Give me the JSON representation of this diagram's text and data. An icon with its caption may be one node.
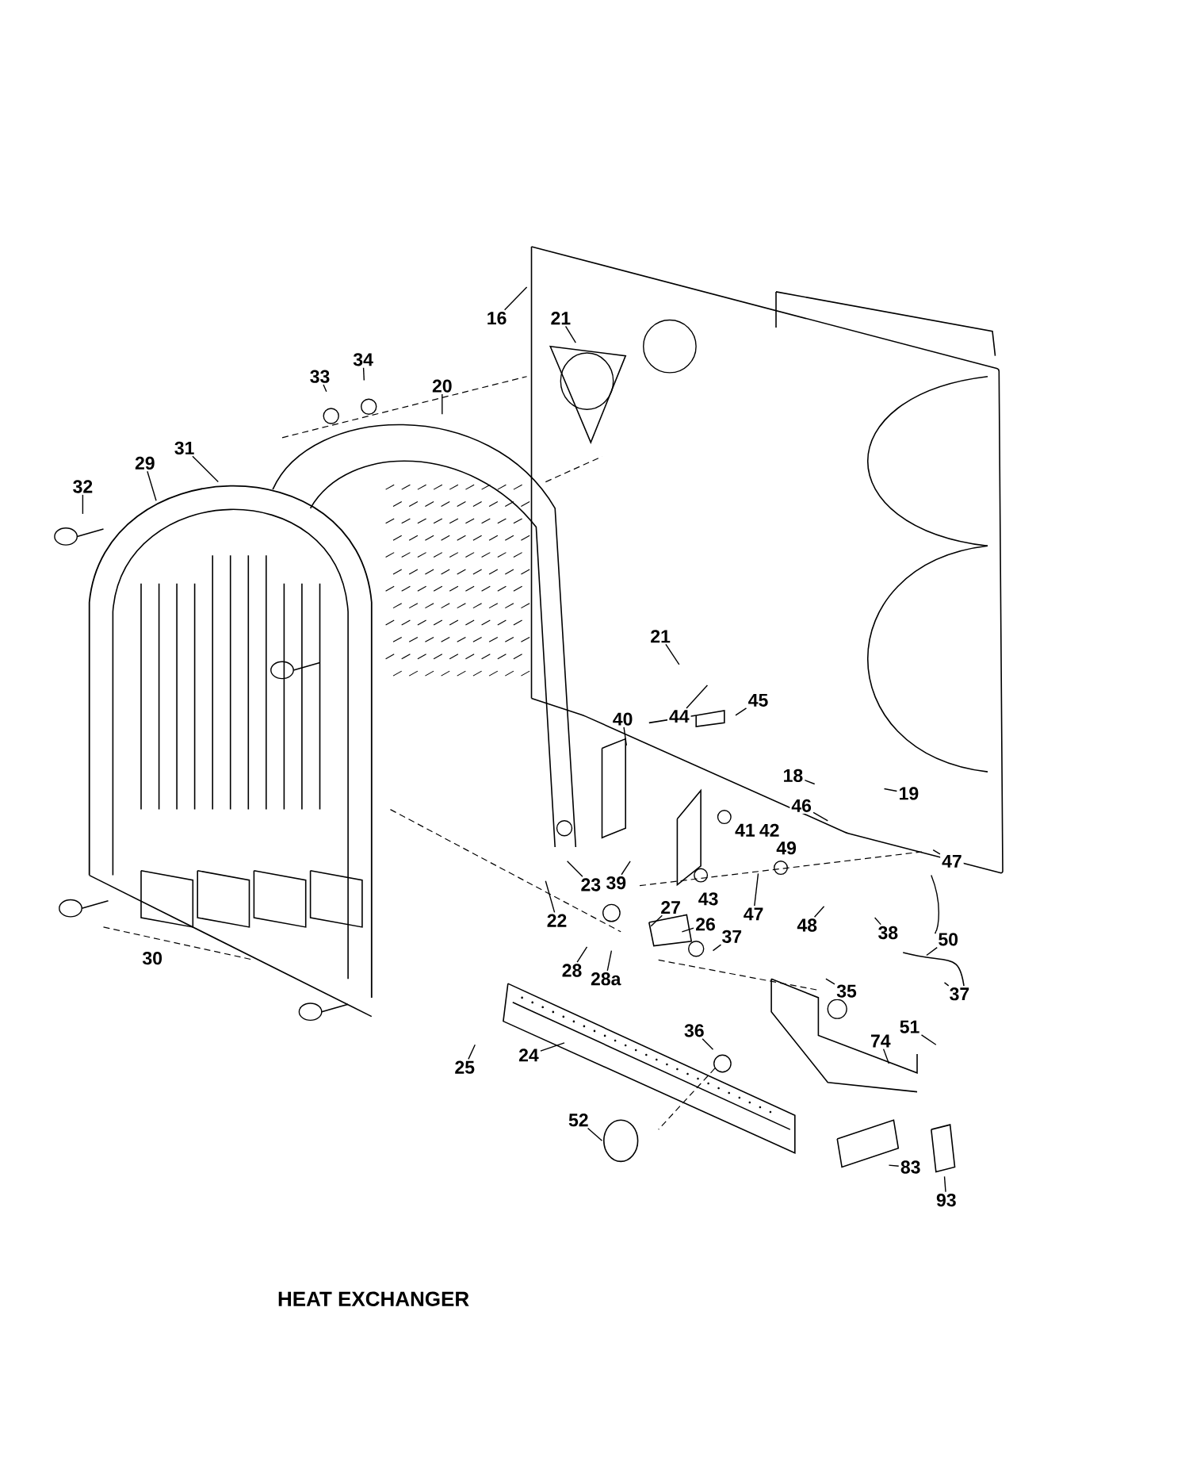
{
  "diagram": {
    "title": "HEAT EXCHANGER",
    "nodes": [
      {
        "text": [
          "16"
        ]
      },
      {
        "text": [
          "21"
        ]
      },
      {
        "text": [
          "33"
        ]
      },
      {
        "text": [
          "34"
        ]
      },
      {
        "text": [
          "20"
        ]
      },
      {
        "text": [
          "31"
        ]
      },
      {
        "text": [
          "29"
        ]
      },
      {
        "text": [
          "32"
        ]
      },
      {
        "text": [
          "21"
        ]
      },
      {
        "text": [
          "44"
        ]
      },
      {
        "text": [
          "45"
        ]
      },
      {
        "text": [
          "40"
        ]
      },
      {
        "text": [
          "18"
        ]
      },
      {
        "text": [
          "19"
        ]
      },
      {
        "text": [
          "46"
        ]
      },
      {
        "text": [
          "47"
        ]
      },
      {
        "text": [
          "23"
        ]
      },
      {
        "text": [
          "39"
        ]
      },
      {
        "text": [
          "22"
        ]
      },
      {
        "text": [
          "47"
        ]
      },
      {
        "text": [
          "48"
        ]
      },
      {
        "text": [
          "27"
        ]
      },
      {
        "text": [
          "26"
        ]
      },
      {
        "text": [
          "38"
        ]
      },
      {
        "text": [
          "37"
        ]
      },
      {
        "text": [
          "50"
        ]
      },
      {
        "text": [
          "28"
        ]
      },
      {
        "text": [
          "28a"
        ]
      },
      {
        "text": [
          "35"
        ]
      },
      {
        "text": [
          "37"
        ]
      },
      {
        "text": [
          "51"
        ]
      },
      {
        "text": [
          "74"
        ]
      },
      {
        "text": [
          "36"
        ]
      },
      {
        "text": [
          "25"
        ]
      },
      {
        "text": [
          "24"
        ]
      },
      {
        "text": [
          "52"
        ]
      },
      {
        "text": [
          "83"
        ]
      },
      {
        "text": [
          "93"
        ]
      }
    ],
    "edges": [
      {
        "from": 0,
        "to": null,
        "arrow": "none"
      },
      {
        "from": 1,
        "to": null,
        "arrow": "none"
      },
      {
        "from": 2,
        "to": null,
        "arrow": "none"
      },
      {
        "from": 3,
        "to": null,
        "arrow": "none"
      },
      {
        "from": 4,
        "to": null,
        "arrow": "none"
      },
      {
        "from": 5,
        "to": null,
        "arrow": "none"
      },
      {
        "from": 6,
        "to": null,
        "arrow": "none"
      },
      {
        "from": 7,
        "to": null,
        "arrow": "none"
      },
      {
        "from": 8,
        "to": null,
        "arrow": "none"
      },
      {
        "from": 9,
        "to": null,
        "arrow": "none"
      },
      {
        "from": 10,
        "to": null,
        "arrow": "none"
      },
      {
        "from": 11,
        "to": null,
        "arrow": "none"
      },
      {
        "from": 12,
        "to": null,
        "arrow": "none"
      },
      {
        "from": 13,
        "to": null,
        "arrow": "none"
      },
      {
        "from": 14,
        "to": null,
        "arrow": "none"
      },
      {
        "from": 15,
        "to": null,
        "arrow": "none"
      },
      {
        "from": 16,
        "to": null,
        "arrow": "none"
      },
      {
        "from": 17,
        "to": null,
        "arrow": "none"
      },
      {
        "from": 18,
        "to": null,
        "arrow": "none"
      },
      {
        "from": 19,
        "to": null,
        "arrow": "none"
      },
      {
        "from": 20,
        "to": null,
        "arrow": "none"
      },
      {
        "from": 21,
        "to": null,
        "arrow": "none"
      },
      {
        "from": 22,
        "to": null,
        "arrow": "none"
      },
      {
        "from": 23,
        "to": null,
        "arrow": "none"
      },
      {
        "from": 24,
        "to": null,
        "arrow": "none"
      },
      {
        "from": 25,
        "to": null,
        "arrow": "none"
      },
      {
        "from": 26,
        "to": null,
        "arrow": "none"
      },
      {
        "from": 27,
        "to": null,
        "arrow": "none"
      },
      {
        "from": 28,
        "to": null,
        "arrow": "none"
      },
      {
        "from": 29,
        "to": null,
        "arrow": "none"
      },
      {
        "from": 30,
        "to": null,
        "arrow": "none"
      },
      {
        "from": 31,
        "to": null,
        "arrow": "none"
      },
      {
        "from": 32,
        "to": null,
        "arrow": "none"
      },
      {
        "from": 33,
        "to": null,
        "arrow": "none"
      },
      {
        "from": 34,
        "to": null,
        "arrow": "none"
      },
      {
        "from": 35,
        "to": null,
        "arrow": "none"
      },
      {
        "from": 36,
        "to": null,
        "arrow": "none"
      },
      {
        "from": 37,
        "to": null,
        "arrow": "none"
      }
    ],
    "labels": [
      "41",
      "42",
      "49",
      "43",
      "30"
    ]
  }
}
